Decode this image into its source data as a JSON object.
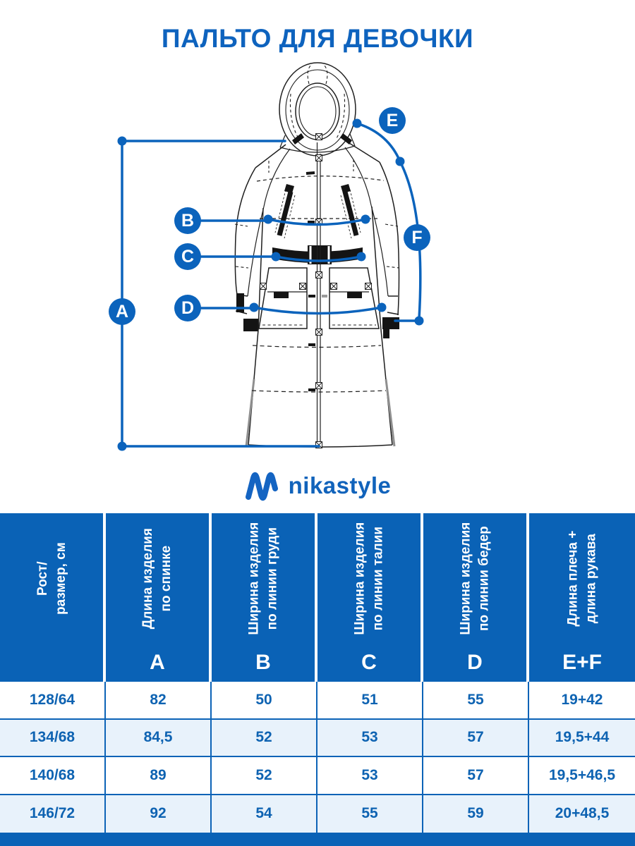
{
  "title": "ПАЛЬТО ДЛЯ ДЕВОЧКИ",
  "brand": "nikastyle",
  "diagram": {
    "markers": {
      "a": "A",
      "b": "B",
      "c": "C",
      "d": "D",
      "e": "E",
      "f": "F"
    }
  },
  "table": {
    "columns": [
      {
        "line1": "Рост/",
        "line2": "размер, см",
        "letter": ""
      },
      {
        "line1": "Длина изделия",
        "line2": "по спинке",
        "letter": "A"
      },
      {
        "line1": "Ширина изделия",
        "line2": "по линии груди",
        "letter": "B"
      },
      {
        "line1": "Ширина изделия",
        "line2": "по линии талии",
        "letter": "C"
      },
      {
        "line1": "Ширина изделия",
        "line2": "по линии бедер",
        "letter": "D"
      },
      {
        "line1": "Длина плеча +",
        "line2": "длина рукава",
        "letter": "E+F"
      }
    ],
    "rows": [
      [
        "128/64",
        "82",
        "50",
        "51",
        "55",
        "19+42"
      ],
      [
        "134/68",
        "84,5",
        "52",
        "53",
        "57",
        "19,5+44"
      ],
      [
        "140/68",
        "89",
        "52",
        "53",
        "57",
        "19,5+46,5"
      ],
      [
        "146/72",
        "92",
        "54",
        "55",
        "59",
        "20+48,5"
      ]
    ]
  },
  "colors": {
    "primary_blue": "#0B63BC",
    "table_header_blue": "#0A62B6",
    "row_alt_blue": "#E8F2FB",
    "data_text_blue": "#0E63B2"
  }
}
